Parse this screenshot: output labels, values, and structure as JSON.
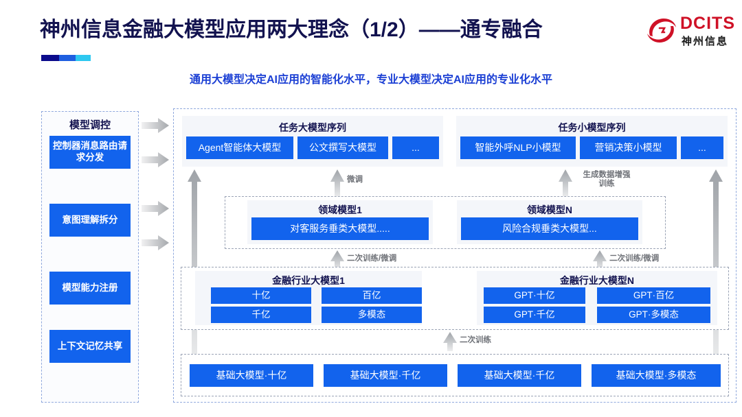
{
  "header": {
    "title": "神州信息金融大模型应用两大理念（1/2）——通专融合",
    "subtitle": "通用大模型决定AI应用的智能化水平，专业大模型决定AI应用的专业化水平",
    "logo": {
      "brand": "DCITS",
      "brand_cn": "神州信息",
      "icon": "dcits-swirl-icon"
    },
    "accent_colors": [
      "#0b0b8c",
      "#1f5fe0",
      "#2ec8f0"
    ]
  },
  "colors": {
    "box_blue": "#1263ed",
    "title_navy": "#12124f",
    "subtitle_blue": "#1b3fd4",
    "panel_gray": "#f4f6fa",
    "arrow_gray": "#b9bcc2",
    "dash_border": "#9aa3b5",
    "logo_red": "#cf1126"
  },
  "left_panel": {
    "title": "模型调控",
    "items": [
      {
        "label": "控制器消息路由请求分发"
      },
      {
        "label": "意图理解拆分"
      },
      {
        "label": "模型能力注册"
      },
      {
        "label": "上下文记忆共享"
      }
    ]
  },
  "flow_arrows_right": [
    {
      "name": "flow-arrow-1"
    },
    {
      "name": "flow-arrow-2"
    },
    {
      "name": "flow-arrow-3"
    },
    {
      "name": "flow-arrow-4"
    }
  ],
  "task_row": {
    "left": {
      "title": "任务大模型序列",
      "items": [
        "Agent智能体大模型",
        "公文撰写大模型",
        "..."
      ]
    },
    "right": {
      "title": "任务小模型序列",
      "items": [
        "智能外呼NLP小模型",
        "营销决策小模型",
        "..."
      ]
    }
  },
  "domain_row": {
    "left": {
      "title": "领域模型1",
      "item": "对客服务垂类大模型....."
    },
    "right": {
      "title": "领域模型N",
      "item": "风险合规垂类大模型..."
    }
  },
  "industry_row": {
    "left": {
      "title": "金融行业大模型1",
      "items": [
        "十亿",
        "百亿",
        "千亿",
        "多模态"
      ]
    },
    "right": {
      "title": "金融行业大模型N",
      "items": [
        "GPT·十亿",
        "GPT·百亿",
        "GPT·千亿",
        "GPT·多模态"
      ]
    }
  },
  "base_row": {
    "items": [
      "基础大模型·十亿",
      "基础大模型·千亿",
      "基础大模型·千亿",
      "基础大模型·多模态"
    ]
  },
  "arrow_labels": {
    "fine_tune": "微调",
    "data_aug": "生成数据增强\n训练",
    "retrain_finetune_left": "二次训练/微调",
    "retrain_finetune_right": "二次训练/微调",
    "retrain": "二次训练"
  }
}
